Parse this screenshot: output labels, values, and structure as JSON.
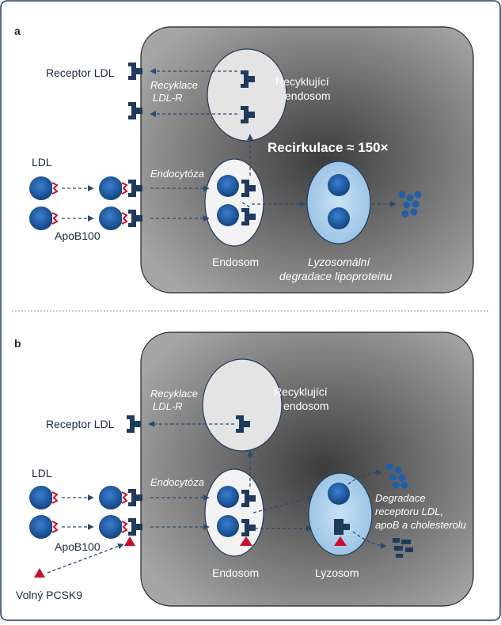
{
  "colors": {
    "cell_dark": "#4a4a4a",
    "cell_light": "#9a9a9a",
    "receptor": "#1e3a5c",
    "ldl_blue": "#1f5fa8",
    "apob": "#c8102e",
    "endosome_fill": "#f2f2f2",
    "lysosome_fill": "#a9cde9",
    "frame": "#1e3a5c"
  },
  "panel_a": {
    "letter": "a",
    "receptor_ldl": "Receptor LDL",
    "recyklace_line1": "Recyklace",
    "recyklace_line2": "LDL-R",
    "recycling_endosome_line1": "Recyklující",
    "recycling_endosome_line2": "endosom",
    "recirculation": "Recirkulace ≈ 150×",
    "ldl": "LDL",
    "endocytosis": "Endocytóza",
    "apob": "ApoB100",
    "endosome": "Endosom",
    "lysosomal_line1": "Lyzosomální",
    "lysosomal_line2": "degradace lipoproteinu"
  },
  "panel_b": {
    "letter": "b",
    "recyklace_line1": "Recyklace",
    "recyklace_line2": "LDL-R",
    "recycling_endosome_line1": "Recyklující",
    "recycling_endosome_line2": "endosom",
    "receptor_ldl": "Receptor LDL",
    "ldl": "LDL",
    "endocytosis": "Endocytóza",
    "apob": "ApoB100",
    "degradation_line1": "Degradace",
    "degradation_line2": "receptoru LDL,",
    "degradation_line3": "apoB a cholesterolu",
    "endosome": "Endosom",
    "lysosome": "Lyzosom",
    "free_pcsk9": "Volný PCSK9"
  }
}
